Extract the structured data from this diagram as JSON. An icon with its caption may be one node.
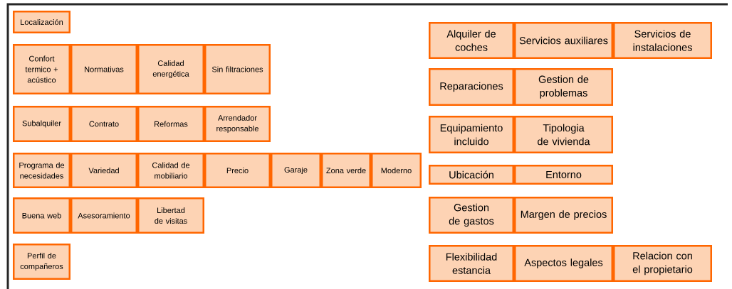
{
  "diagram": {
    "nodes": [
      {
        "text": [
          "Localización"
        ]
      },
      {
        "text": [
          "Confort termico + acústico"
        ]
      },
      {
        "text": [
          "Normativas"
        ]
      },
      {
        "text": [
          "Calidad energética"
        ]
      },
      {
        "text": [
          "Sin filtraciones"
        ]
      },
      {
        "text": [
          "Subalquiler"
        ]
      },
      {
        "text": [
          "Contrato"
        ]
      },
      {
        "text": [
          "Reformas"
        ]
      },
      {
        "text": [
          "Arrendador responsable"
        ]
      },
      {
        "text": [
          "Programa de necesidades"
        ]
      },
      {
        "text": [
          "Variedad"
        ]
      },
      {
        "text": [
          "Calidad de mobiliario"
        ]
      },
      {
        "text": [
          "Precio"
        ]
      },
      {
        "text": [
          "Garaje"
        ]
      },
      {
        "text": [
          "Zona verde"
        ]
      },
      {
        "text": [
          "Moderno"
        ]
      },
      {
        "text": [
          "Buena web"
        ]
      },
      {
        "text": [
          "Asesoramiento"
        ]
      },
      {
        "text": [
          "Libertad de visitas"
        ]
      },
      {
        "text": [
          "Perfil de compañeros"
        ]
      },
      {
        "text": [
          "Alquiler de coches"
        ]
      },
      {
        "text": [
          "Servicios auxiliares"
        ]
      },
      {
        "text": [
          "Servicios de instalaciones"
        ]
      },
      {
        "text": [
          "Reparaciones"
        ]
      },
      {
        "text": [
          "Gestion de problemas"
        ]
      },
      {
        "text": [
          "Equipamiento incluido"
        ]
      },
      {
        "text": [
          "Tipologia de vivienda"
        ]
      },
      {
        "text": [
          "Ubicación"
        ]
      },
      {
        "text": [
          "Entorno"
        ]
      },
      {
        "text": [
          "Gestion de gastos"
        ]
      },
      {
        "text": [
          "Margen de precios"
        ]
      },
      {
        "text": [
          "Flexibilidad estancia"
        ]
      },
      {
        "text": [
          "Aspectos legales"
        ]
      },
      {
        "text": [
          "Relacion con el propietario"
        ]
      }
    ]
  }
}
